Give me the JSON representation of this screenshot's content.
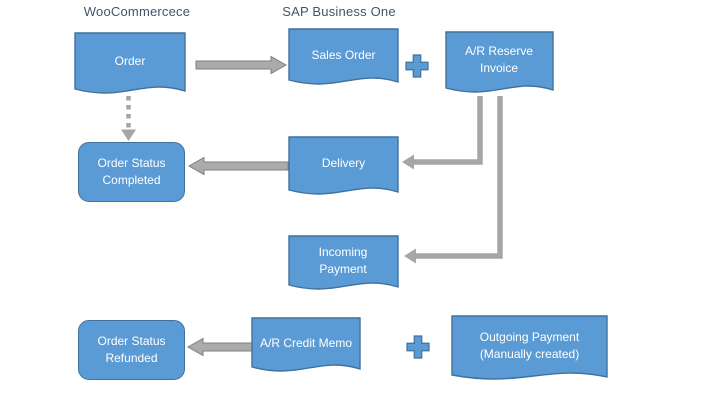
{
  "diagram": {
    "title_left": "WooCommercece",
    "title_right": "SAP Business One",
    "nodes": {
      "order": {
        "label": "Order",
        "shape": "document",
        "column": "WooCommercece"
      },
      "sales_order": {
        "label": "Sales Order",
        "shape": "document",
        "column": "SAP Business One"
      },
      "ar_reserve_invoice": {
        "label": "A/R Reserve Invoice",
        "shape": "document",
        "column": "SAP Business One"
      },
      "order_status_completed": {
        "label": "Order Status Completed",
        "shape": "rounded-rectangle",
        "column": "WooCommercece"
      },
      "delivery": {
        "label": "Delivery",
        "shape": "document",
        "column": "SAP Business One"
      },
      "incoming_payment": {
        "label": "Incoming Payment",
        "shape": "document",
        "column": "SAP Business One"
      },
      "order_status_refunded": {
        "label": "Order Status Refunded",
        "shape": "rounded-rectangle",
        "column": "WooCommercece"
      },
      "ar_credit_memo": {
        "label": "A/R Credit Memo",
        "shape": "document",
        "column": "SAP Business One"
      },
      "outgoing_payment": {
        "label": "Outgoing Payment (Manually created)",
        "shape": "document",
        "column": "SAP Business One"
      }
    },
    "edges": [
      {
        "from": "order",
        "to": "sales_order",
        "style": "block-arrow"
      },
      {
        "from": "order",
        "to": "order_status_completed",
        "style": "dotted-arrow"
      },
      {
        "from": "sales_order",
        "to": "ar_reserve_invoice",
        "style": "plus-join"
      },
      {
        "from": "ar_reserve_invoice",
        "to": "delivery",
        "style": "elbow-arrow"
      },
      {
        "from": "ar_reserve_invoice",
        "to": "incoming_payment",
        "style": "elbow-arrow"
      },
      {
        "from": "delivery",
        "to": "order_status_completed",
        "style": "block-arrow"
      },
      {
        "from": "ar_credit_memo",
        "to": "order_status_refunded",
        "style": "block-arrow"
      },
      {
        "from": "ar_credit_memo",
        "to": "outgoing_payment",
        "style": "plus-join"
      }
    ],
    "colors": {
      "node_fill": "#5B9BD5",
      "node_border": "#41719C",
      "node_text": "#FFFFFF",
      "arrow_gray": "#A6A6A6",
      "arrow_outline": "#7F7F7F",
      "title_text": "#44546A"
    }
  }
}
